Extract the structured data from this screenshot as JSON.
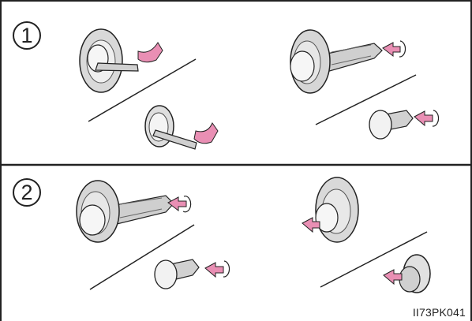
{
  "step_labels": {
    "step1": "1",
    "step2": "2"
  },
  "figure_code": "II73PK041",
  "colors": {
    "arrow_fill": "#e98fb4",
    "arrow_stroke": "#222222",
    "part_fill": "#d8d8d8",
    "part_shade": "#b8b8b8",
    "outline": "#222222"
  },
  "icons": {
    "step_marker": "circled-number",
    "action_arrow": "pink-arrow",
    "rotation_hint": "circular-arrow",
    "tool": "flat-screwdriver"
  }
}
